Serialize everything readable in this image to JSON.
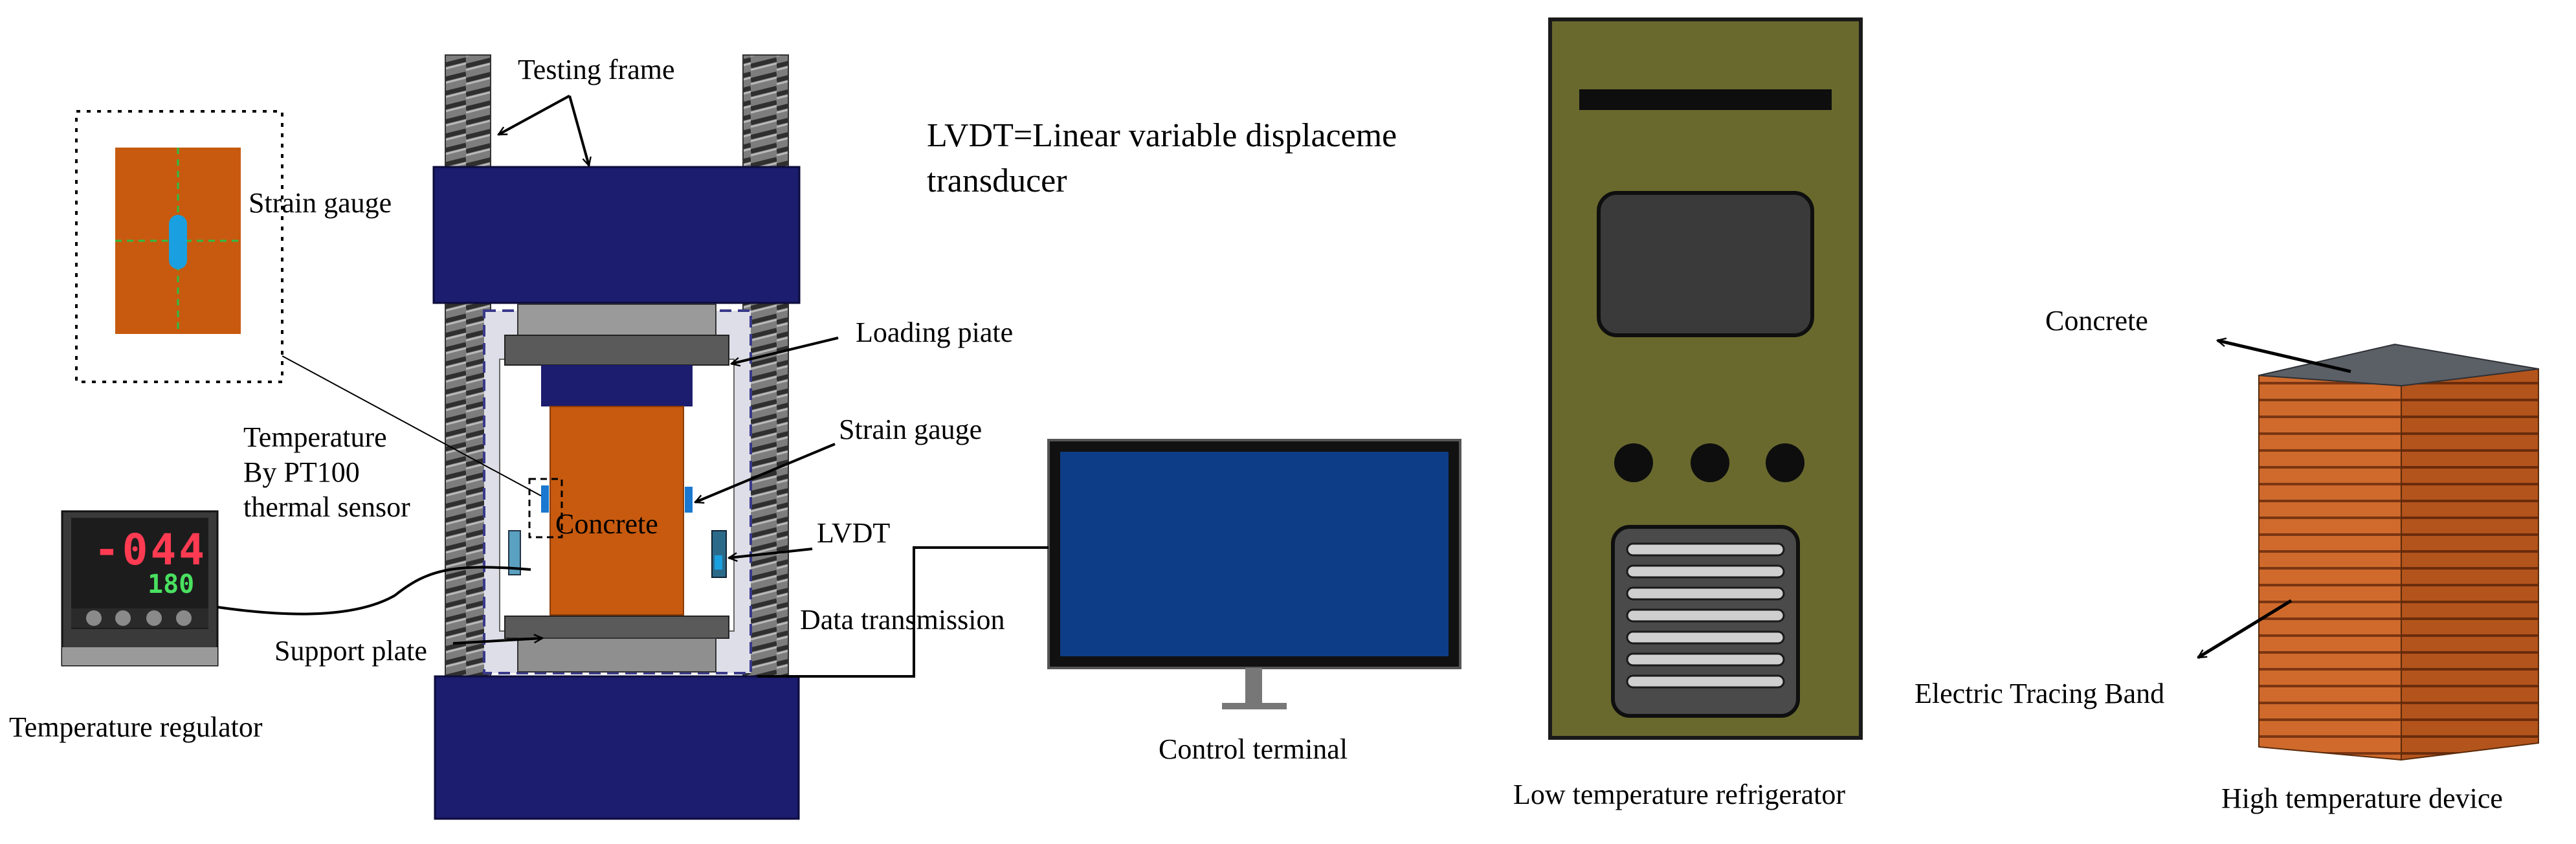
{
  "labels": {
    "testing_frame": "Testing frame",
    "strain_gauge_inset": "Strain gauge",
    "loading_plate": "Loading piate",
    "strain_gauge": "Strain gauge",
    "temperature_line1": "Temperature",
    "temperature_line2": "By PT100",
    "temperature_line3": "thermal sensor",
    "concrete_specimen": "Concrete",
    "lvdt": "LVDT",
    "data_transmission": "Data transmission",
    "support_plate": "Support plate",
    "temperature_regulator": "Temperature regulator",
    "control_terminal": "Control terminal",
    "lvdt_def_line1": "LVDT=Linear variable displaceme",
    "lvdt_def_line2": "transducer",
    "refrigerator": "Low temperature refrigerator",
    "concrete_block": "Concrete",
    "electric_tracing_band": "Electric Tracing Band",
    "high_temp_device": "High temperature device"
  },
  "regulator_display": {
    "pv": "-044",
    "sv": "180"
  },
  "colors": {
    "frame_navy": "#1c1d6e",
    "specimen_orange": "#c75a0f",
    "gauge_blue": "#1aa0e0",
    "refrigerator_olive": "#69692e",
    "monitor_blue": "#0d3d86",
    "band_orange": "#cf6a2c",
    "block_top_gray": "#5b5f66"
  }
}
